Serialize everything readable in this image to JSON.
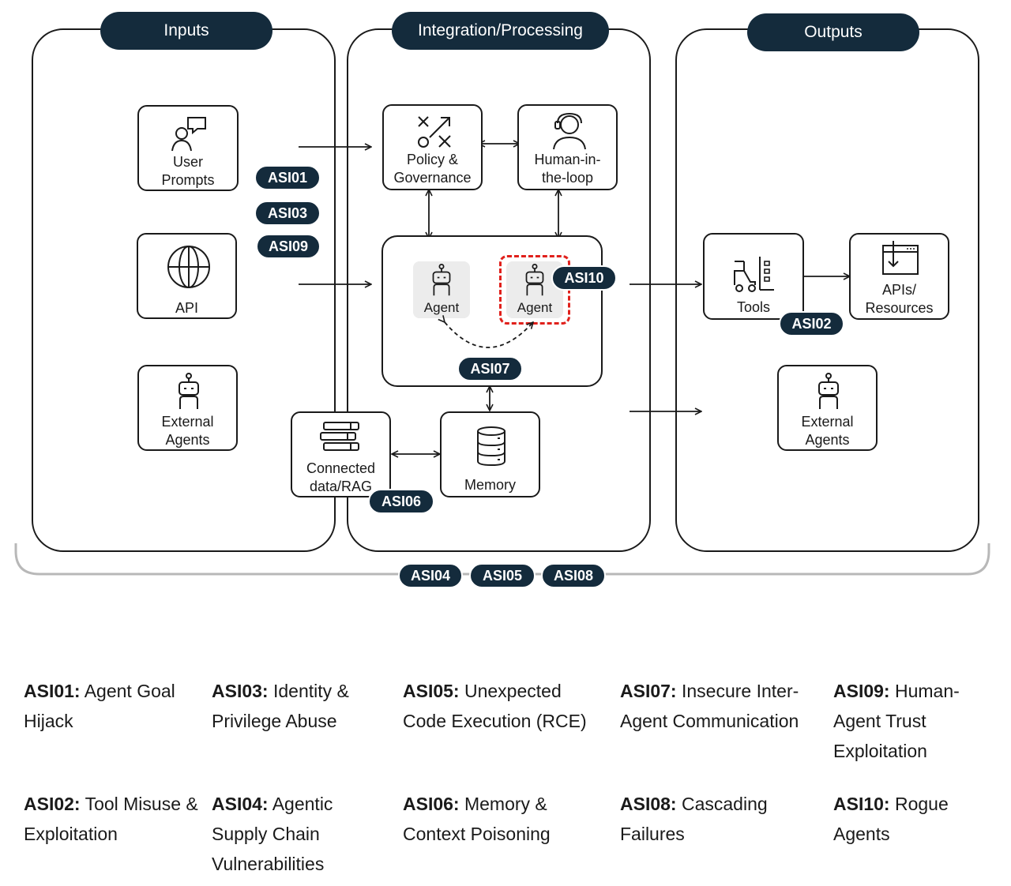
{
  "sections": {
    "inputs": "Inputs",
    "processing": "Integration/Processing",
    "outputs": "Outputs"
  },
  "nodes": {
    "user_prompts": "User\nPrompts",
    "api": "API",
    "external_agents_in": "External\nAgents",
    "policy": "Policy &\nGovernance",
    "human": "Human-in-\nthe-loop",
    "agent_a": "Agent",
    "agent_b": "Agent",
    "connected_data": "Connected\ndata/RAG",
    "memory": "Memory",
    "tools": "Tools",
    "apis_resources": "APIs/\nResources",
    "external_agents_out": "External\nAgents"
  },
  "badges": {
    "asi01": "ASI01",
    "asi03": "ASI03",
    "asi09": "ASI09",
    "asi10": "ASI10",
    "asi07": "ASI07",
    "asi06": "ASI06",
    "asi02": "ASI02",
    "asi04": "ASI04",
    "asi05": "ASI05",
    "asi08": "ASI08"
  },
  "legend": [
    {
      "code": "ASI01:",
      "text": " Agent Goal Hijack"
    },
    {
      "code": "ASI03:",
      "text": " Identity & Privilege Abuse"
    },
    {
      "code": "ASI05:",
      "text": " Unexpected Code Execution (RCE)"
    },
    {
      "code": "ASI07:",
      "text": " Insecure Inter-Agent Communication"
    },
    {
      "code": "ASI09:",
      "text": " Human-Agent Trust Exploitation"
    },
    {
      "code": "ASI02:",
      "text": " Tool Misuse & Exploitation"
    },
    {
      "code": "ASI04:",
      "text": " Agentic Supply Chain Vulnerabilities"
    },
    {
      "code": "ASI06:",
      "text": " Memory & Context Poisoning"
    },
    {
      "code": "ASI08:",
      "text": " Cascading Failures"
    },
    {
      "code": "ASI10:",
      "text": " Rogue Agents"
    }
  ],
  "colors": {
    "navy": "#142b3c",
    "rogue_red": "#e0201b",
    "line": "#1a1a1a"
  }
}
